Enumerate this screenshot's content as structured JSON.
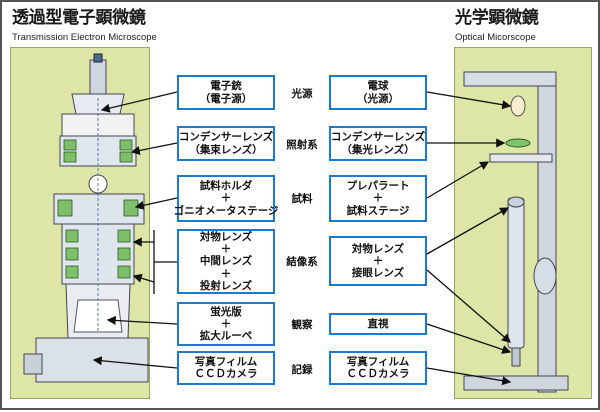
{
  "header": {
    "tem_title": "透過型電子顕微鏡",
    "tem_subtitle": "Transmission Electron Microscope",
    "om_title": "光学顕微鏡",
    "om_subtitle": "Optical Micorscope"
  },
  "rows": [
    {
      "category": "光源",
      "tem": [
        "電子銃",
        "（電子源）"
      ],
      "om": [
        "電球",
        "（光源）"
      ]
    },
    {
      "category": "照射系",
      "tem": [
        "コンデンサーレンズ",
        "（集束レンズ）"
      ],
      "om": [
        "コンデンサーレンズ",
        "（集光レンズ）"
      ]
    },
    {
      "category": "試料",
      "tem": [
        "試料ホルダ",
        "＋",
        "ゴニオメータステージ"
      ],
      "om": [
        "プレパラート",
        "＋",
        "試料ステージ"
      ]
    },
    {
      "category": "結像系",
      "tem": [
        "対物レンズ",
        "＋",
        "中間レンズ",
        "＋",
        "投射レンズ"
      ],
      "om": [
        "対物レンズ",
        "＋",
        "接眼レンズ"
      ]
    },
    {
      "category": "観察",
      "tem": [
        "蛍光版",
        "＋",
        "拡大ルーペ"
      ],
      "om": [
        "直視"
      ]
    },
    {
      "category": "記録",
      "tem": [
        "写真フィルム",
        "ＣＣＤカメラ"
      ],
      "om": [
        "写真フィルム",
        "ＣＣＤカメラ"
      ]
    }
  ],
  "colors": {
    "box_border": "#1b7bd0",
    "panel": "#dde6a6",
    "arrow": "#111111"
  }
}
